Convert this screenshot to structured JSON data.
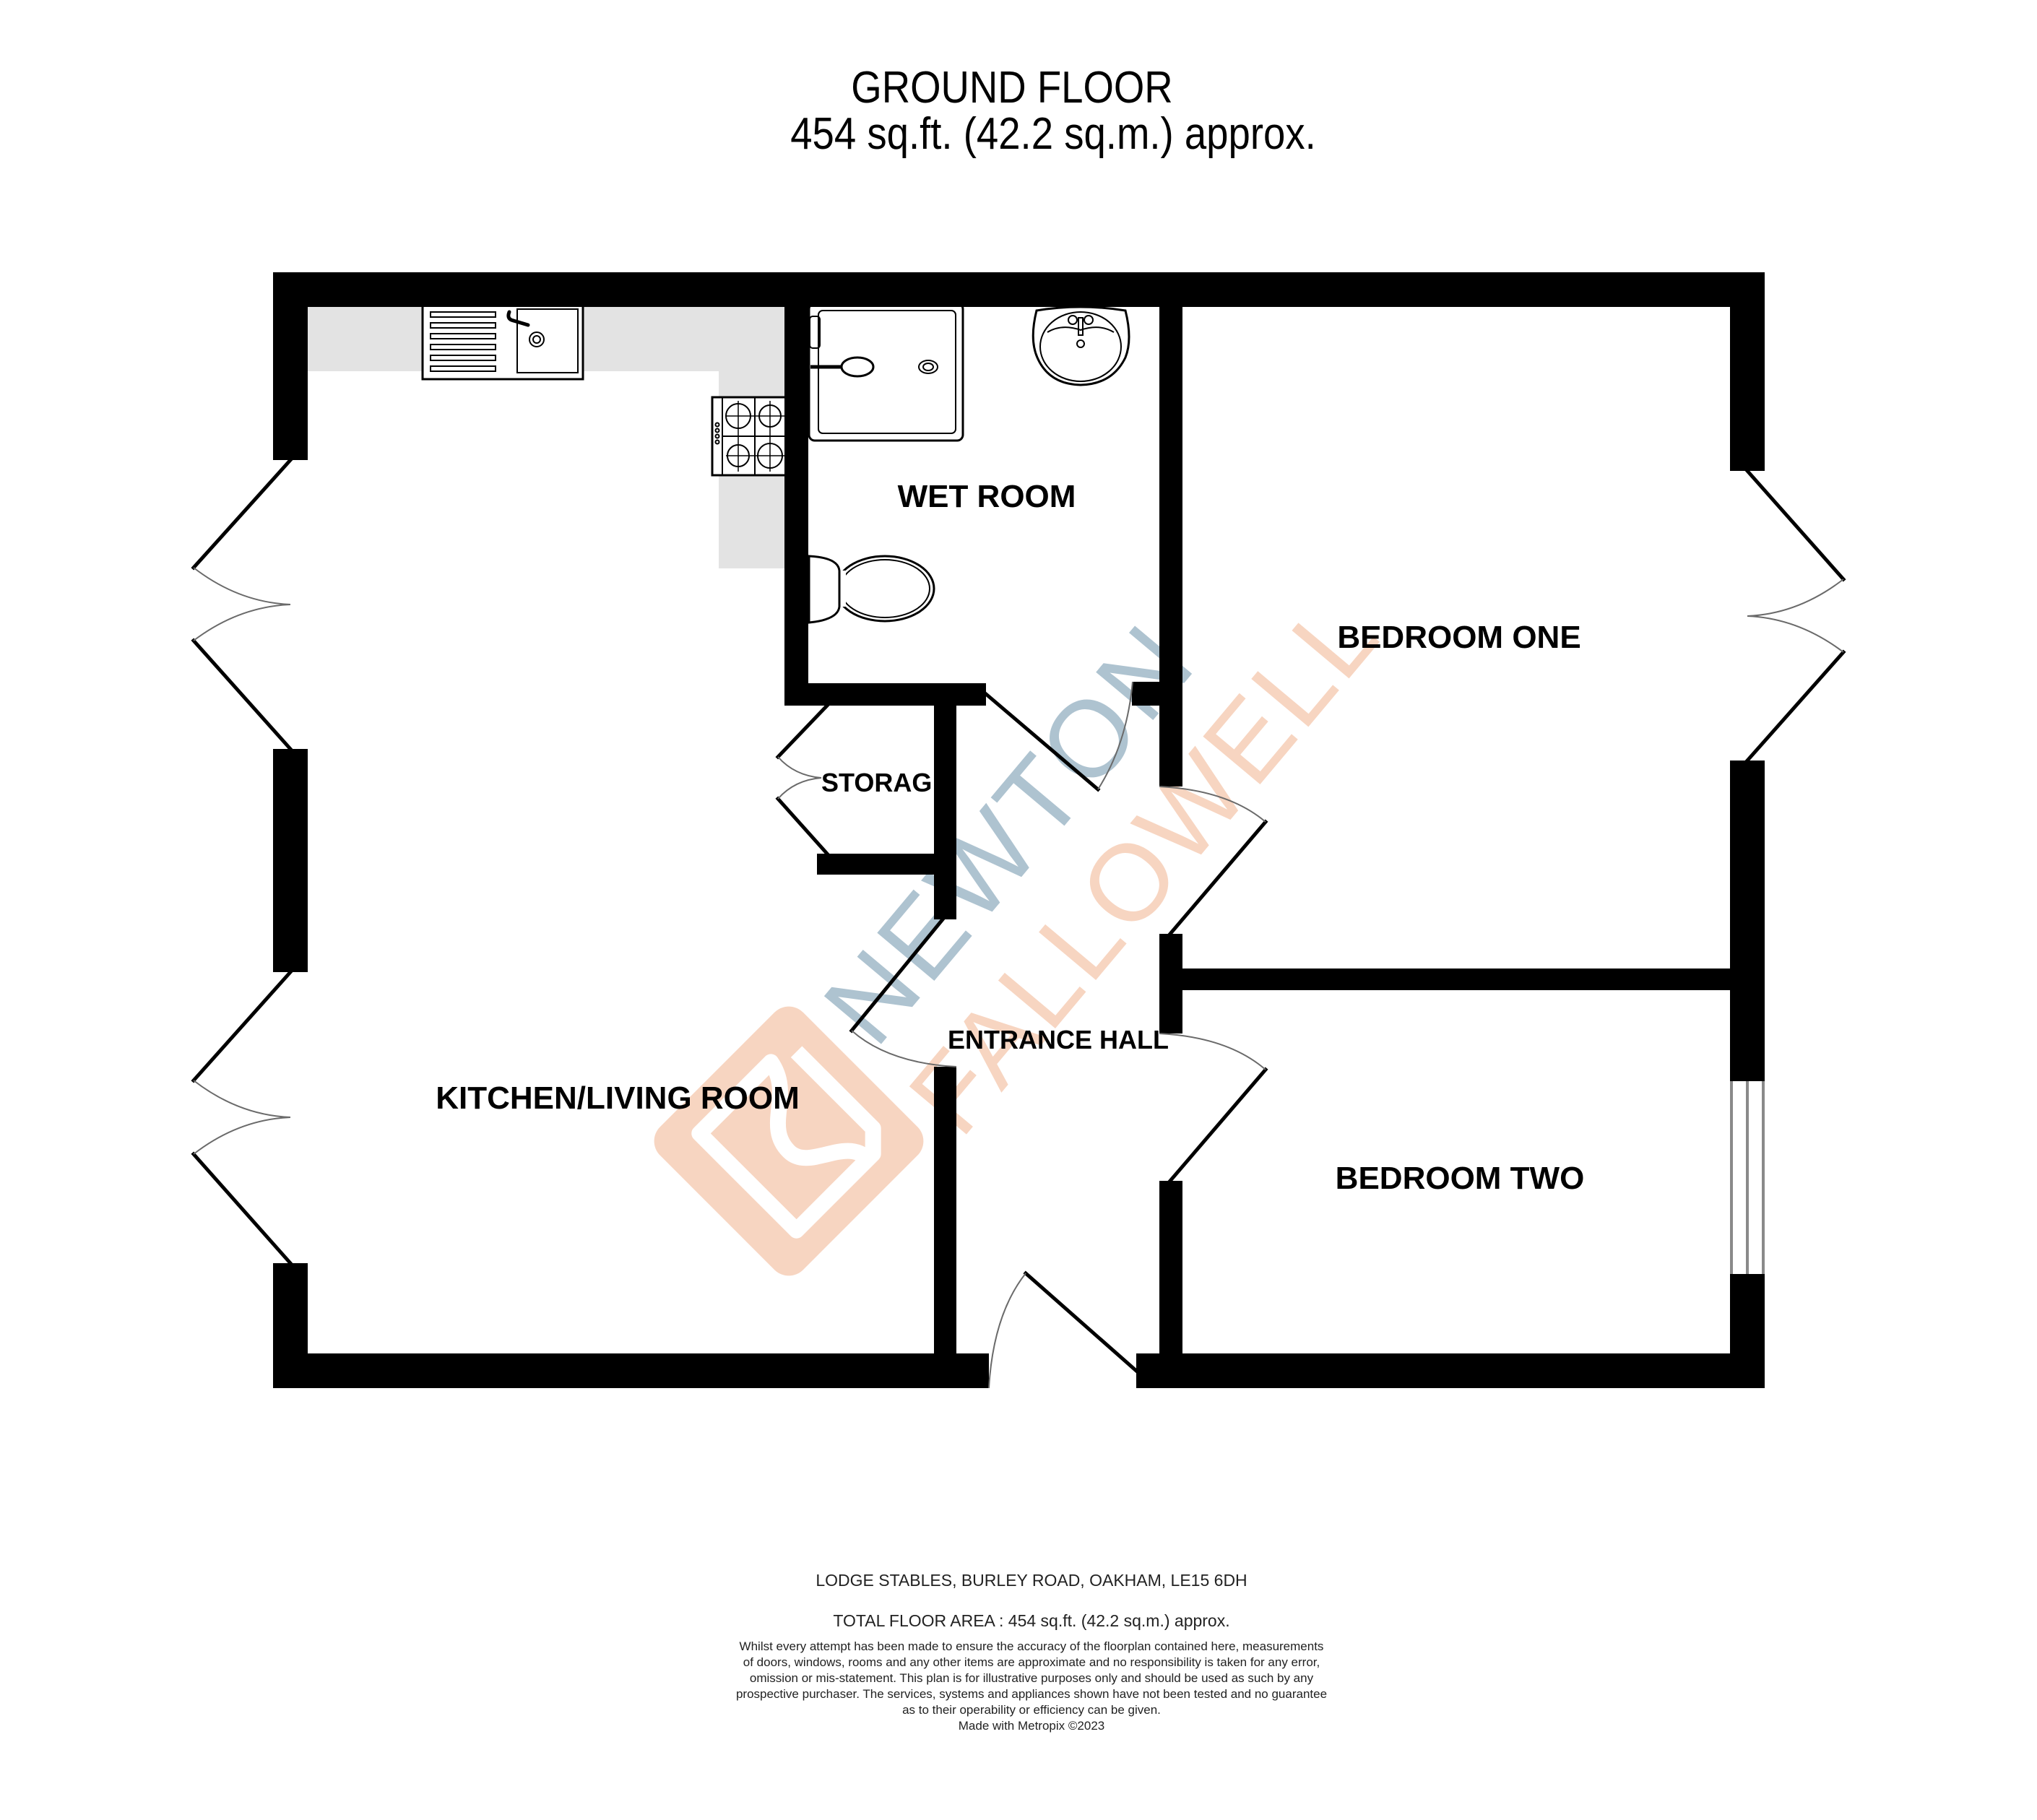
{
  "header": {
    "floor_name": "GROUND FLOOR",
    "floor_area": "454 sq.ft. (42.2 sq.m.) approx."
  },
  "rooms": [
    {
      "id": "kitchen",
      "label": "KITCHEN/LIVING ROOM"
    },
    {
      "id": "wet_room",
      "label": "WET ROOM"
    },
    {
      "id": "storage",
      "label": "STORAG"
    },
    {
      "id": "entrance_hall",
      "label": "ENTRANCE HALL"
    },
    {
      "id": "bedroom_one",
      "label": "BEDROOM ONE"
    },
    {
      "id": "bedroom_two",
      "label": "BEDROOM TWO"
    }
  ],
  "fixtures": {
    "kitchen": [
      "sink-drainer",
      "four-ring-hob",
      "worktop"
    ],
    "wet_room": [
      "shower-tray",
      "wash-basin",
      "toilet"
    ]
  },
  "watermark": {
    "line1": "NEWTON",
    "line2": "FALLOWELL",
    "color_blue": "#aec3d0",
    "color_peach": "#f7d5c1"
  },
  "footer": {
    "address": "LODGE STABLES, BURLEY ROAD, OAKHAM, LE15 6DH",
    "total_area": "TOTAL FLOOR AREA : 454 sq.ft. (42.2 sq.m.) approx.",
    "disclaimer": [
      "Whilst every attempt has been made to ensure the accuracy of the floorplan contained here, measurements",
      "of doors, windows, rooms and any other items are approximate and no responsibility is taken for any error,",
      "omission or mis-statement. This plan is for illustrative purposes only and should be used as such by any",
      "prospective purchaser. The services, systems and appliances shown have not been tested and no guarantee",
      "as to their operability or efficiency can be given."
    ],
    "credit": "Made with Metropix ©2023"
  }
}
